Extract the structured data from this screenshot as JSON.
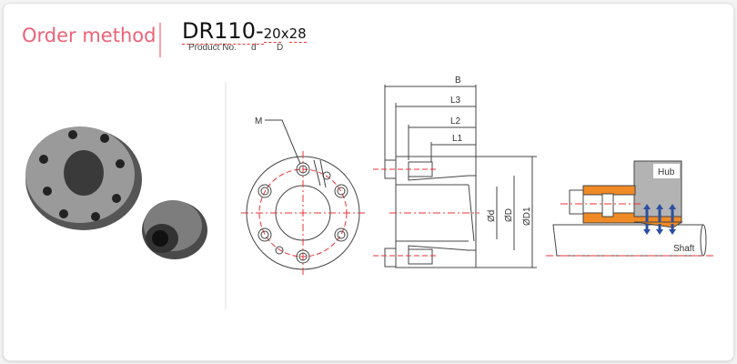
{
  "header": {
    "title": "Order method",
    "product_code": "DR110-",
    "d_value": "20",
    "separator": "x",
    "D_value": "28"
  },
  "labels": {
    "product_no": "Product No.",
    "d": "d",
    "D": "D"
  },
  "drawing": {
    "M": "M",
    "B": "B",
    "L3": "L3",
    "L2": "L2",
    "L1": "L1",
    "od": "Ød",
    "oD": "ØD",
    "oD1": "ØD1",
    "hub": "Hub",
    "shaft": "Shaft"
  },
  "colors": {
    "accent": "#ec6277",
    "sleeve": "#f08a24",
    "hub": "#b3b3b3",
    "arrows": "#2b4fa0"
  }
}
